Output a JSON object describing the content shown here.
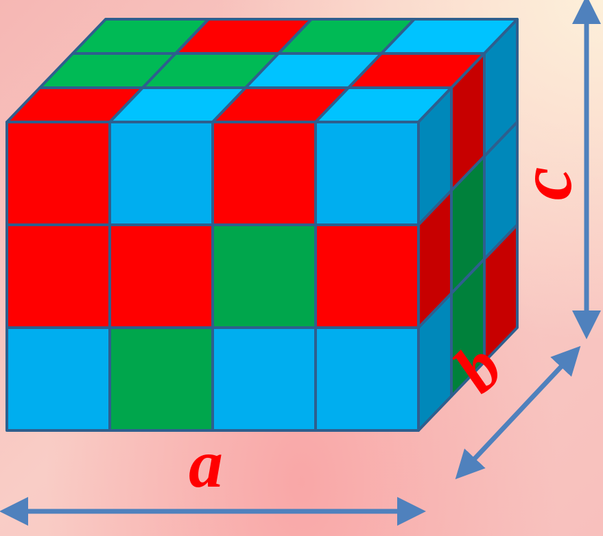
{
  "colors": {
    "red": "#ff0000",
    "green": "#00a64c",
    "blue": "#00aeef",
    "edge": "#2e5f8e",
    "arrow": "#4f81bd",
    "label": "#ff0000"
  },
  "cuboid": {
    "columns": 4,
    "depth": 3,
    "layers": 3,
    "front_face": [
      [
        "red",
        "blue",
        "red",
        "blue"
      ],
      [
        "red",
        "red",
        "green",
        "red"
      ],
      [
        "blue",
        "green",
        "blue",
        "blue"
      ]
    ],
    "top_face": [
      [
        "green",
        "red",
        "green",
        "blue"
      ],
      [
        "green",
        "green",
        "blue",
        "red"
      ],
      [
        "red",
        "blue",
        "red",
        "blue"
      ]
    ],
    "right_face": [
      [
        "blue",
        "red",
        "blue"
      ],
      [
        "red",
        "green",
        "blue"
      ],
      [
        "blue",
        "green",
        "red"
      ]
    ]
  },
  "labels": {
    "a": "a",
    "b": "b",
    "c": "c"
  }
}
